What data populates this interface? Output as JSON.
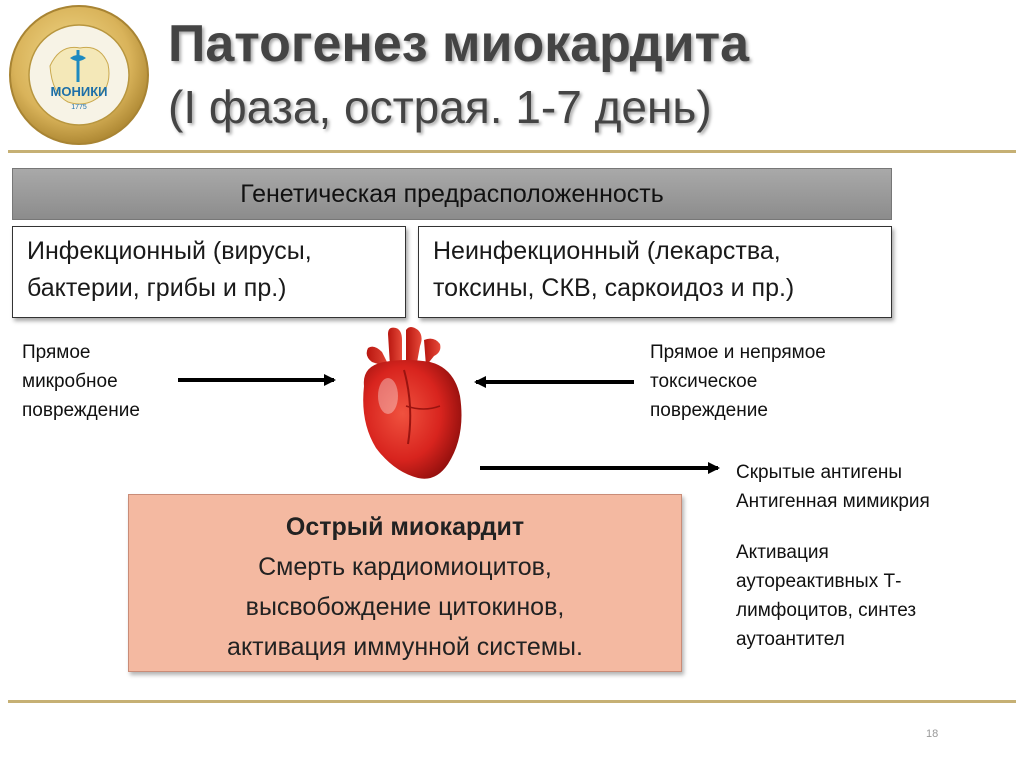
{
  "header": {
    "logo_text": "МОНИКИ",
    "logo_year": "1775",
    "title": "Патогенез миокардита",
    "subtitle": "(I фаза, острая. 1-7 день)"
  },
  "diagram": {
    "genetic": "Генетическая предрасположенность",
    "infectious": [
      "Инфекционный (вирусы,",
      "бактерии, грибы и пр.)"
    ],
    "noninfectious": [
      "Неинфекционный (лекарства,",
      "токсины, СКВ, саркоидоз и пр.)"
    ],
    "direct_microbial": [
      "Прямое",
      "микробное",
      "повреждение"
    ],
    "toxic_damage": [
      "Прямое и непрямое",
      "токсическое",
      "повреждение"
    ],
    "consequences": {
      "hidden_antigens": "Скрытые антигены",
      "mimicry": "Антигенная мимикрия",
      "activation": [
        "Активация",
        "аутореактивных Т-",
        "лимфоцитов, синтез",
        "аутоантител"
      ]
    },
    "acute": {
      "title": "Острый миокардит",
      "lines": [
        "Смерть кардиомиоцитов,",
        "высвобождение цитокинов,",
        "активация иммунной системы."
      ]
    }
  },
  "footer": {
    "page_number": "18"
  },
  "colors": {
    "accent_rule": "#c6b074",
    "genetic_bar": "#9a9a9a",
    "acute_box": "#f4b9a1",
    "heart": "#d8241e"
  }
}
